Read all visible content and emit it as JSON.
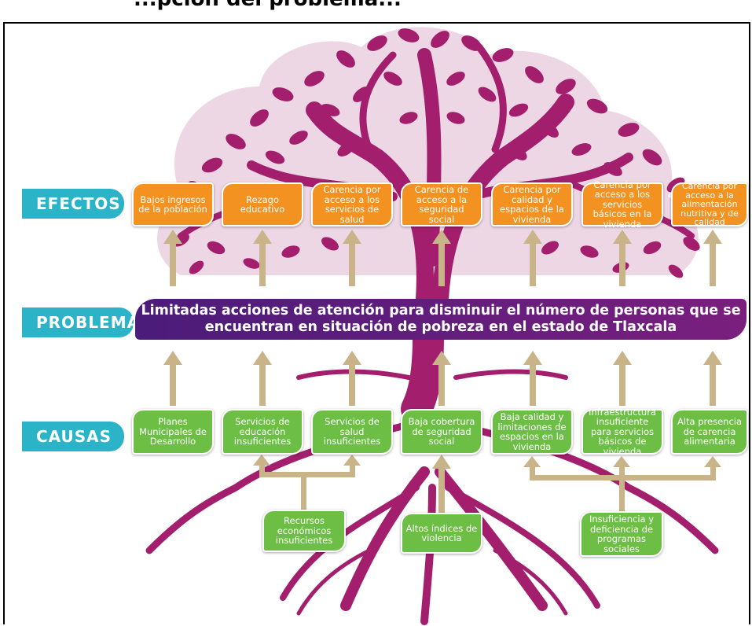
{
  "title": "...pción del problema...",
  "labels": {
    "efectos": "EFECTOS",
    "problema": "PROBLEMA",
    "causas": "CAUSAS"
  },
  "problem": "Limitadas acciones de atención para disminuir el número de personas que se encuentran en situación de pobreza en el estado de Tlaxcala",
  "effects": [
    "Bajos ingresos de la población",
    "Rezago educativo",
    "Carencia por acceso a los servicios de salud",
    "Carencia de acceso a la seguridad social",
    "Carencia por calidad y espacios de la vivienda",
    "Carencia por acceso a los servicios básicos en la vivienda",
    "Carencia por acceso a la alimentación nutritiva y de calidad"
  ],
  "causes": [
    "Planes Municipales de Desarrollo",
    "Servicios de educación insuficientes",
    "Servicios de salud insuficientes",
    "Baja cobertura de seguridad social",
    "Baja calidad y limitaciones de espacios en la vivienda",
    "Infraestructura insuficiente para servicios básicos de vivienda",
    "Alta presencia de carencia alimentaria"
  ],
  "root_causes": [
    "Recursos económicos insuficientes",
    "Altos índices de violencia",
    "Insuficiencia y deficiencia de programas sociales"
  ],
  "colors": {
    "tree": "#a31f6e",
    "effect_box": "#f39221",
    "cause_box": "#6cbe45",
    "label_pill": "#2bb3c8",
    "problem_bar": "#5a1f7c",
    "arrow": "#c9b48a"
  }
}
